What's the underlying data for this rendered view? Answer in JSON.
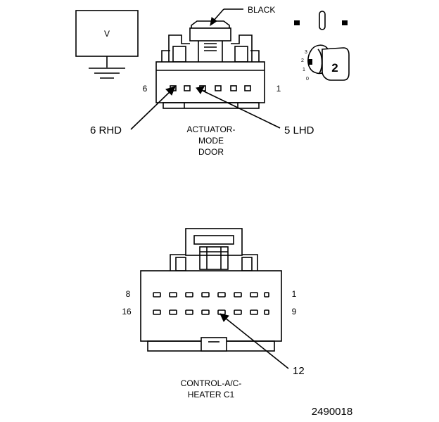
{
  "meter": {
    "label": "V"
  },
  "top_connector": {
    "color_label": "BLACK",
    "pin_left_number": "6",
    "pin_right_number": "1",
    "callout_left": "6 RHD",
    "callout_right": "5 LHD",
    "name_lines": [
      "ACTUATOR-",
      "MODE",
      "DOOR"
    ]
  },
  "key_legend": {
    "scale_marks": [
      "3",
      "2",
      "1",
      "0"
    ],
    "key_number": "2"
  },
  "bottom_connector": {
    "row1_left_number": "8",
    "row1_right_number": "1",
    "row2_left_number": "16",
    "row2_right_number": "9",
    "callout": "12",
    "name_lines": [
      "CONTROL-A/C-",
      "HEATER C1"
    ]
  },
  "figure_id": "2490018"
}
